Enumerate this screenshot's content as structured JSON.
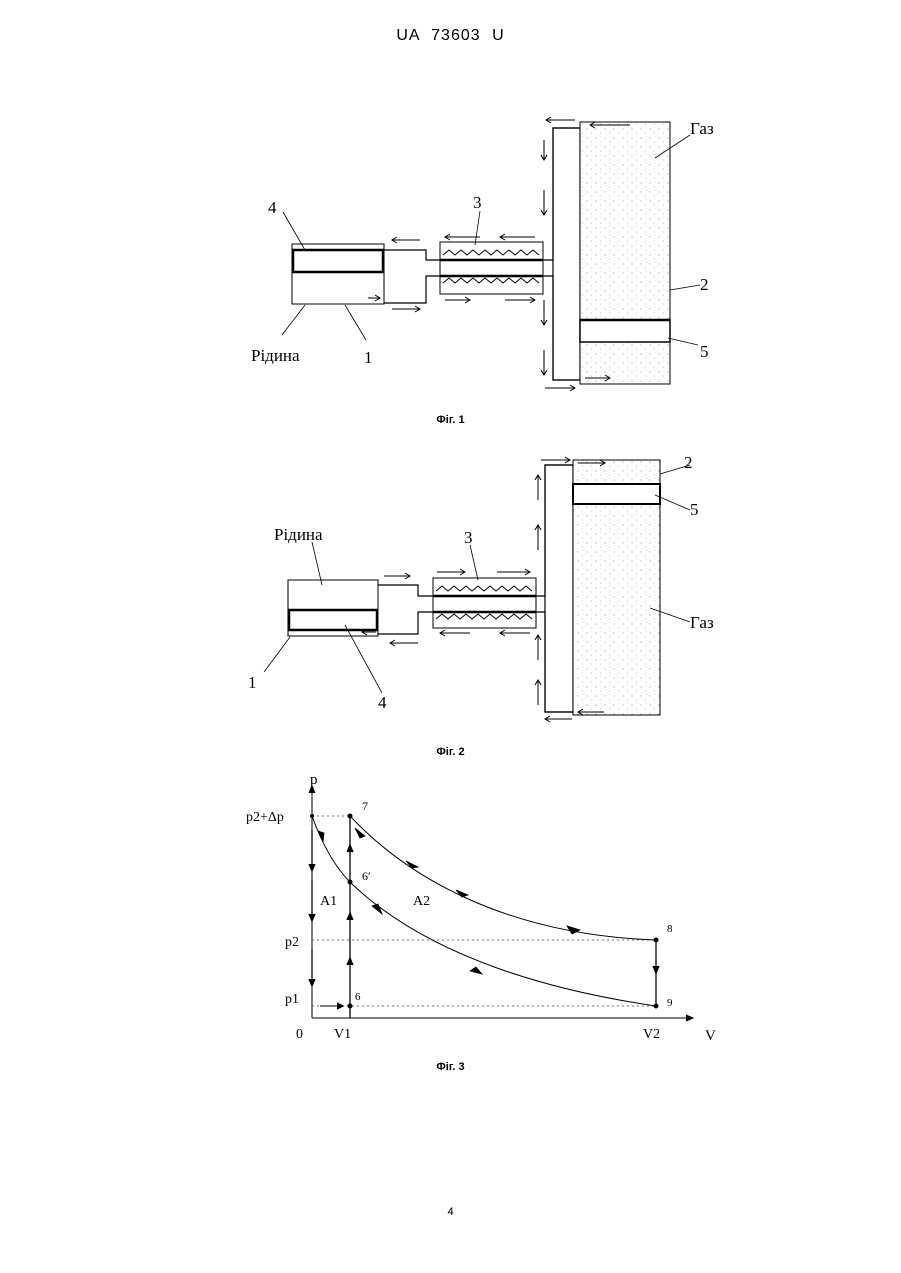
{
  "header": {
    "doc_number": "UA   73603   U"
  },
  "fig1": {
    "caption": "Фіг. 1",
    "label_gas": "Газ",
    "label_liquid": "Рідина",
    "num_1": "1",
    "num_2": "2",
    "num_3": "3",
    "num_4": "4",
    "num_5": "5"
  },
  "fig2": {
    "caption": "Фіг. 2",
    "label_gas": "Газ",
    "label_liquid": "Рідина",
    "num_1": "1",
    "num_2": "2",
    "num_3": "3",
    "num_4": "4",
    "num_5": "5"
  },
  "fig3": {
    "caption": "Фіг. 3",
    "axis_p": "p",
    "axis_v": "V",
    "origin": "0",
    "p_top": "p2+Δp",
    "p2": "p2",
    "p1": "p1",
    "v1": "V1",
    "v2": "V2",
    "pt6": "6",
    "pt6p": "6′",
    "pt7": "7",
    "pt8": "8",
    "pt9": "9",
    "area1": "A1",
    "area2": "A2"
  },
  "page_number": "4"
}
